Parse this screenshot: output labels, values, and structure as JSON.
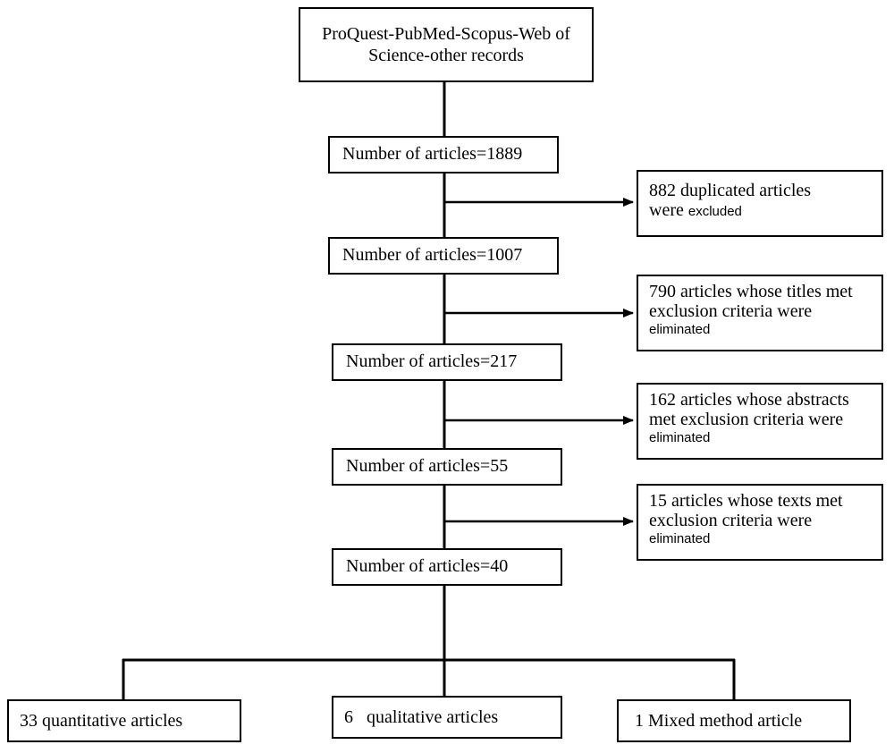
{
  "flow": {
    "source": "ProQuest-PubMed-Scopus-Web of Science-other records",
    "stages": [
      "Number of articles=1889",
      "Number of articles=1007",
      "Number of articles=217",
      "Number of articles=55",
      "Number of articles=40"
    ],
    "exclusions": [
      {
        "main": "882  duplicated articles",
        "small": "excluded",
        "prefix": "were "
      },
      {
        "main": "790 articles whose titles met exclusion criteria were",
        "small": "eliminated"
      },
      {
        "main": "162 articles whose abstracts met exclusion criteria were",
        "small": "eliminated"
      },
      {
        "main": "15 articles whose texts met exclusion criteria were",
        "small": "eliminated"
      }
    ],
    "outcomes": [
      "33 quantitative articles",
      "6   qualitative articles",
      "1 Mixed method article"
    ]
  },
  "colors": {
    "line": "#000000",
    "background": "#ffffff"
  }
}
